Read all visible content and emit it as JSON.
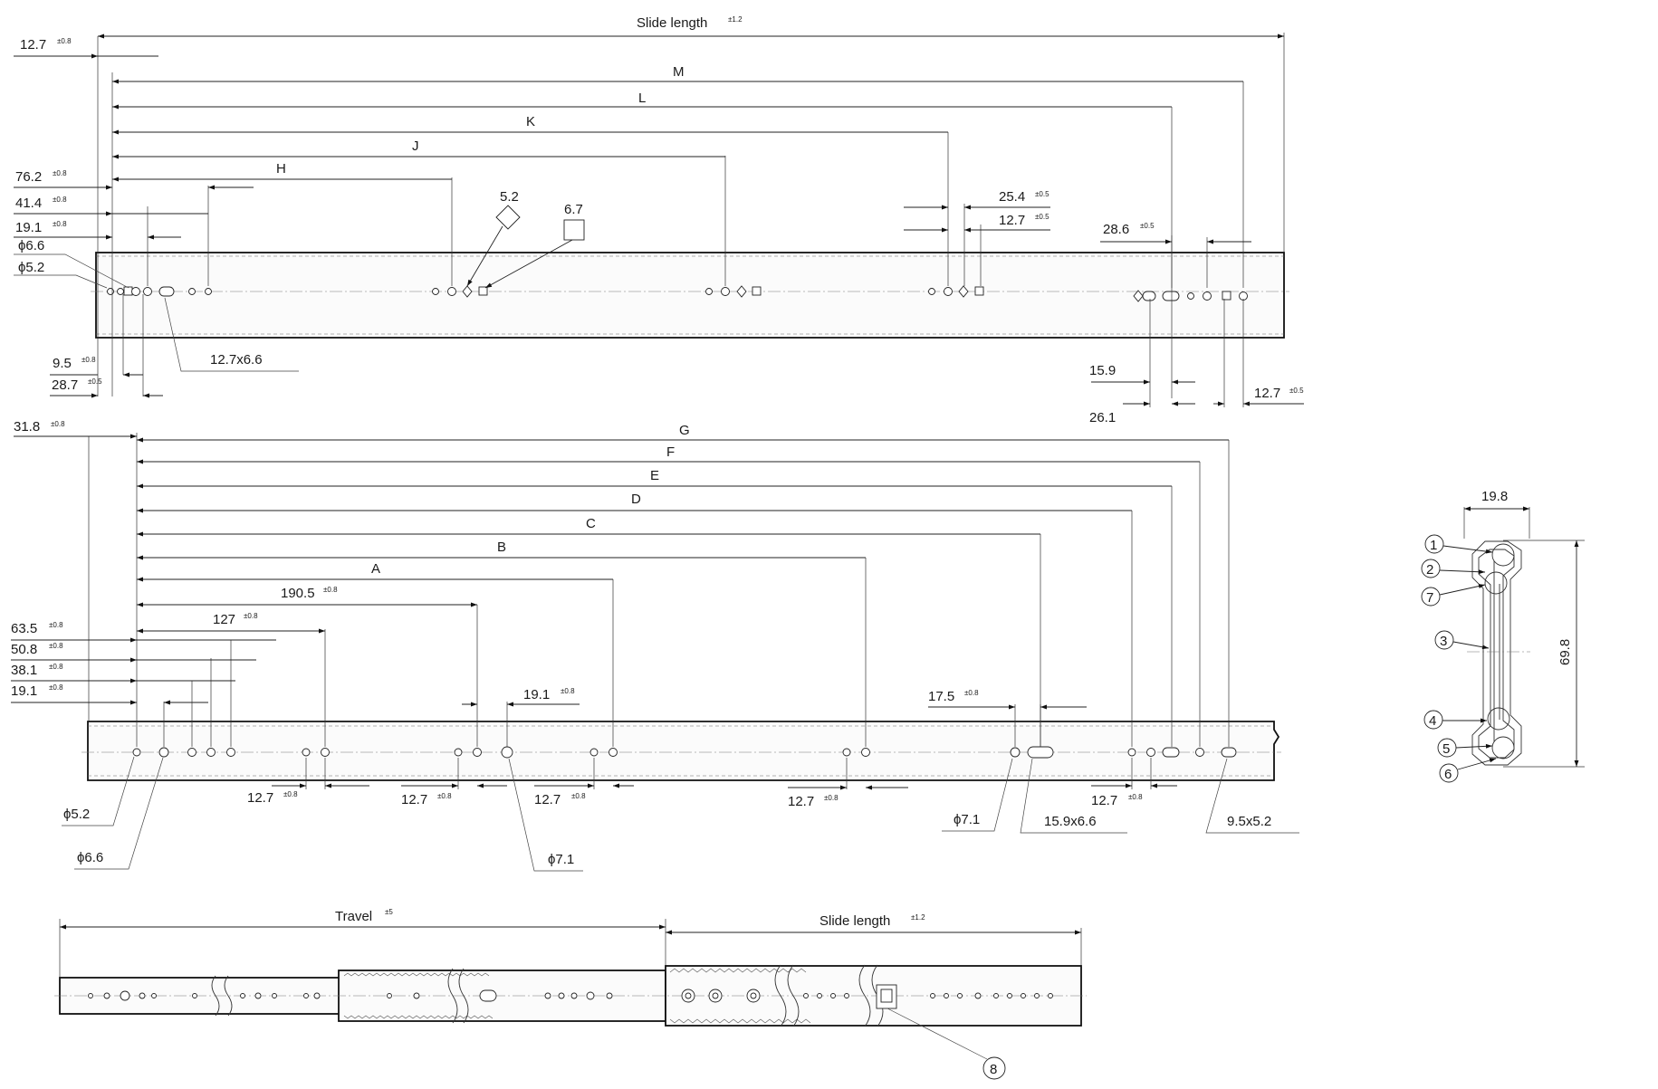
{
  "top_view": {
    "slide_length_label": "Slide length",
    "slide_length_tol": "±1.2",
    "letters": [
      "M",
      "L",
      "K",
      "J",
      "H"
    ],
    "left_dims": [
      {
        "value": "12.7",
        "tol": "±0.8"
      },
      {
        "value": "76.2",
        "tol": "±0.8"
      },
      {
        "value": "41.4",
        "tol": "±0.8"
      },
      {
        "value": "19.1",
        "tol": "±0.8"
      }
    ],
    "dia_a": "ϕ6.6",
    "dia_b": "ϕ5.2",
    "diamond_size": "5.2",
    "square_size": "6.7",
    "d_25_4": {
      "value": "25.4",
      "tol": "±0.5"
    },
    "d_12_7b": {
      "value": "12.7",
      "tol": "±0.5"
    },
    "d_28_6": {
      "value": "28.6",
      "tol": "±0.5"
    },
    "d_9_5": {
      "value": "9.5",
      "tol": "±0.8"
    },
    "d_28_7": {
      "value": "28.7",
      "tol": "±0.5"
    },
    "slot": "12.7x6.6",
    "d_15_9": "15.9",
    "d_26_1": "26.1",
    "d_12_7c": {
      "value": "12.7",
      "tol": "±0.5"
    }
  },
  "middle_view": {
    "letters": [
      "G",
      "F",
      "E",
      "D",
      "C",
      "B",
      "A"
    ],
    "d_31_8": {
      "value": "31.8",
      "tol": "±0.8"
    },
    "d_190_5": {
      "value": "190.5",
      "tol": "±0.8"
    },
    "d_127": {
      "value": "127",
      "tol": "±0.8"
    },
    "left_dims": [
      {
        "value": "63.5",
        "tol": "±0.8"
      },
      {
        "value": "50.8",
        "tol": "±0.8"
      },
      {
        "value": "38.1",
        "tol": "±0.8"
      },
      {
        "value": "19.1",
        "tol": "±0.8"
      }
    ],
    "d_19_1b": {
      "value": "19.1",
      "tol": "±0.8"
    },
    "d_17_5": {
      "value": "17.5",
      "tol": "±0.8"
    },
    "bottom_pitches": [
      {
        "value": "12.7",
        "tol": "±0.8"
      },
      {
        "value": "12.7",
        "tol": "±0.8"
      },
      {
        "value": "12.7",
        "tol": "±0.8"
      },
      {
        "value": "12.7",
        "tol": "±0.8"
      },
      {
        "value": "12.7",
        "tol": "±0.8"
      }
    ],
    "dia_5_2": "ϕ5.2",
    "dia_6_6": "ϕ6.6",
    "dia_7_1": "ϕ7.1",
    "dia_7_1b": "ϕ7.1",
    "slot_15_9": "15.9x6.6",
    "slot_9_5": "9.5x5.2"
  },
  "section_view": {
    "width": "19.8",
    "height": "69.8",
    "callouts": [
      "1",
      "2",
      "7",
      "3",
      "4",
      "5",
      "6"
    ]
  },
  "bottom_view": {
    "travel_label": "Travel",
    "travel_tol": "±5",
    "slide_length_label": "Slide length",
    "slide_length_tol": "±1.2",
    "callout": "8"
  }
}
